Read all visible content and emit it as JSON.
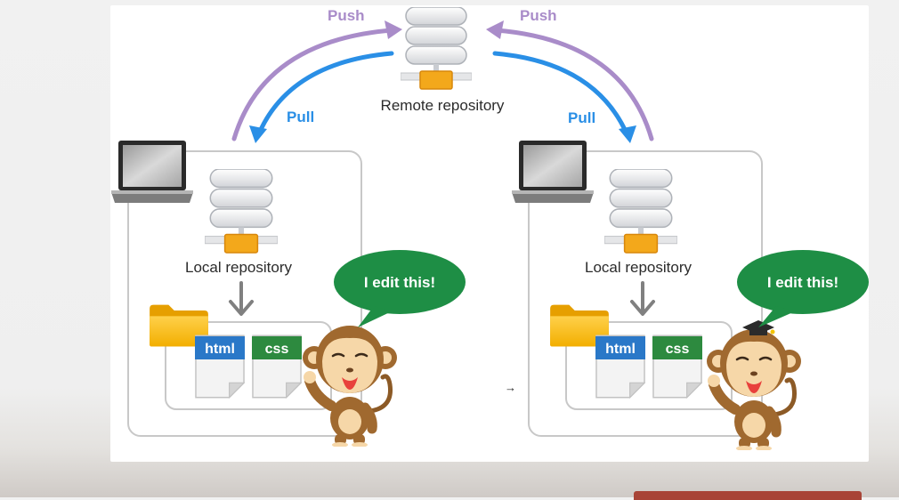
{
  "remote": {
    "label": "Remote repository"
  },
  "arrows": {
    "push_left": "Push",
    "push_right": "Push",
    "pull_left": "Pull",
    "pull_right": "Pull"
  },
  "left_user": {
    "local_label": "Local repository",
    "bubble": "I edit this!",
    "files": [
      "html",
      "css"
    ]
  },
  "right_user": {
    "local_label": "Local repository",
    "bubble": "I edit this!",
    "files": [
      "html",
      "css"
    ]
  },
  "colors": {
    "push": "#a98cc9",
    "pull": "#2a8fe6",
    "bubble": "#1e8e45",
    "html_tag": "#2a78c8",
    "css_tag": "#2d8a3f",
    "folder": "#f5b800",
    "server_base": "#f3a81b",
    "monkey": "#a0692f"
  },
  "icons": [
    "server-icon",
    "laptop-icon",
    "folder-icon",
    "file-icon",
    "monkey-icon",
    "graduation-cap-icon"
  ]
}
